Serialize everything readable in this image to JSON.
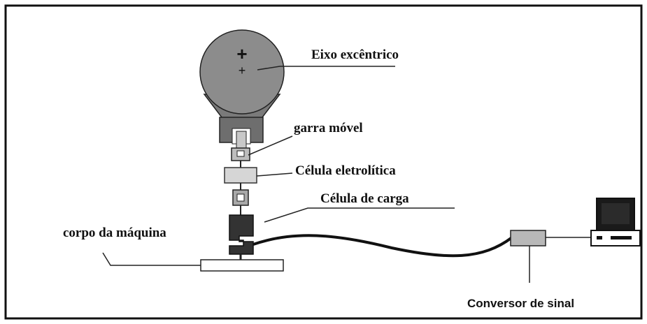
{
  "labels": {
    "eixo": "Eixo excêntrico",
    "garra": "garra móvel",
    "celula_eletrolitica": "Célula eletrolítica",
    "celula_carga": "Célula de carga",
    "corpo": "corpo da máquina",
    "conversor": "Conversor de sinal"
  },
  "symbols": {
    "plus_large": "+",
    "plus_small": "+"
  },
  "colors": {
    "frame": "#111111",
    "wheel": "#8c8c8c",
    "mount": "#7a7a7a",
    "grip": "#bdbdbd",
    "cell": "#d6d6d6",
    "loadcell": "#333333",
    "converter": "#b8b8b8",
    "monitor": "#1a1a1a"
  }
}
